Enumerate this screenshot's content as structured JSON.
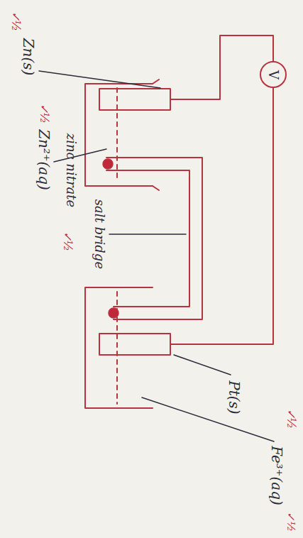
{
  "diagram": {
    "nodes": [
      {
        "text": [
          "V"
        ]
      }
    ],
    "labels": [
      "✓½",
      "Zn(s)",
      "✓½",
      "Zn²⁺(aq)",
      "zinc nitrate",
      "✓½",
      "salt bridge",
      "Pt(s)",
      "✓½",
      "Fe³⁺(aq)",
      "✓½"
    ]
  }
}
